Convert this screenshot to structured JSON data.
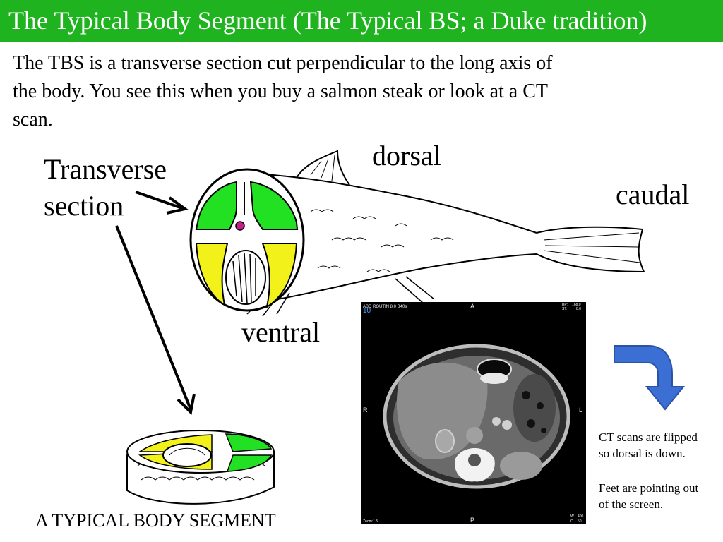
{
  "slide": {
    "title": "The Typical Body Segment (The Typical BS; a Duke tradition)",
    "intro_line1": "The TBS is a transverse section cut perpendicular to the long axis of",
    "intro_line2": "the body.  You see this when you buy a salmon steak or look at a CT",
    "intro_line3": "scan."
  },
  "labels": {
    "transverse_line1": "Transverse",
    "transverse_line2": "section",
    "dorsal": "dorsal",
    "caudal": "caudal",
    "ventral": "ventral",
    "segment_caption": "A TYPICAL BODY SEGMENT"
  },
  "ct_scan": {
    "header_left": "ABD ROUTIN 8.0 B40s",
    "slice_number": "10",
    "top_marker": "A",
    "bottom_marker": "P",
    "left_marker": "R",
    "right_marker": "L",
    "bp_label": "BP:",
    "bp_value": "168.0",
    "st_label": "ST:",
    "st_value": "8.0",
    "zoom": "Zoom:1.5",
    "w_label": "W",
    "w_value": "400",
    "c_label": "C",
    "c_value": "50"
  },
  "notes": {
    "flip_line1": "CT scans are flipped",
    "flip_line2": "so dorsal is down.",
    "feet_line1": "Feet are pointing out",
    "feet_line2": "of the screen."
  },
  "colors": {
    "title_bg": "#1fb41f",
    "muscle_dorsal": "#22e022",
    "muscle_ventral": "#f2f21a",
    "curved_arrow": "#3b6fd4"
  },
  "icons": {
    "flip_arrow": "curved-down-arrow-icon"
  }
}
